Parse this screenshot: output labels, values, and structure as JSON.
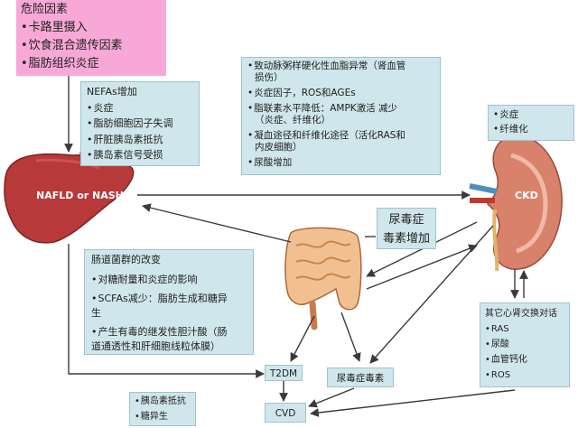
{
  "risk": {
    "title": "危险因素",
    "items": [
      "卡路里摄入",
      "饮食混合遗传因素",
      "脂肪组织炎症"
    ]
  },
  "nefa": {
    "title": "NEFAs增加",
    "items": [
      "炎症",
      "脂肪细胞因子失调",
      "肝脏胰岛素抵抗",
      "胰岛素信号受损"
    ]
  },
  "center": {
    "items": [
      [
        "致动脉粥样硬化性血脂异常（肾血管",
        "损伤）"
      ],
      [
        "炎症因子，ROS和AGEs"
      ],
      [
        "脂联素水平降低：AMPK激活 减少",
        "（炎症、纤维化）"
      ],
      [
        "凝血途径和纤维化途径（活化RAS和",
        "内皮细胞）"
      ],
      [
        "尿酸增加"
      ]
    ]
  },
  "kidney_box": {
    "items": [
      "炎症",
      "纤维化"
    ]
  },
  "liver_label": "NAFLD or NASH",
  "ckd_label": "CKD",
  "uremia": {
    "line1": "尿毒症",
    "line2": "毒素增加"
  },
  "gut": {
    "title": "肠道菌群的改变",
    "items": [
      [
        "对糖耐量和炎症的影响"
      ],
      [
        "SCFAs减少：脂肪生成和糖异",
        "生"
      ],
      [
        "产生有毒的继发性胆汁酸（肠",
        "道通透性和肝细胞线粒体膜）"
      ]
    ]
  },
  "crosstalk": {
    "title": "其它心肾交换对话",
    "items": [
      "RAS",
      "尿酸",
      "血管钙化",
      "ROS"
    ]
  },
  "t2dm": "T2DM",
  "cvd": "CVD",
  "uremic_toxin": "尿毒症毒素",
  "insulin": {
    "items": [
      "胰岛素抵抗",
      "糖异生"
    ]
  },
  "colors": {
    "pink": "#f7a8d6",
    "callout": "#cfe6ec",
    "liver": "#b8393a",
    "kidney": "#d9826b",
    "arrow": "#3a3a3a"
  }
}
